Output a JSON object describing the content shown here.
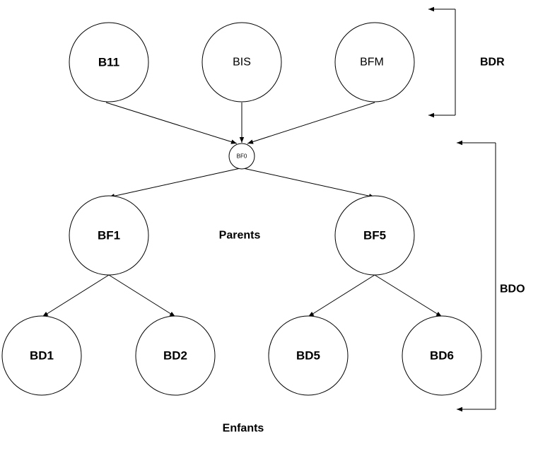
{
  "nodes": {
    "b11": "B11",
    "bis": "BIS",
    "bfm": "BFM",
    "bf0": "BF0",
    "bf1": "BF1",
    "bf5": "BF5",
    "bd1": "BD1",
    "bd2": "BD2",
    "bd5": "BD5",
    "bd6": "BD6"
  },
  "labels": {
    "parents": "Parents",
    "enfants": "Enfants",
    "bdr": "BDR",
    "bdo": "BDO"
  },
  "edges": [
    [
      "b11",
      "bf0"
    ],
    [
      "bis",
      "bf0"
    ],
    [
      "bfm",
      "bf0"
    ],
    [
      "bf0",
      "bf1"
    ],
    [
      "bf0",
      "bf5"
    ],
    [
      "bf1",
      "bd1"
    ],
    [
      "bf1",
      "bd2"
    ],
    [
      "bf5",
      "bd5"
    ],
    [
      "bf5",
      "bd6"
    ]
  ]
}
